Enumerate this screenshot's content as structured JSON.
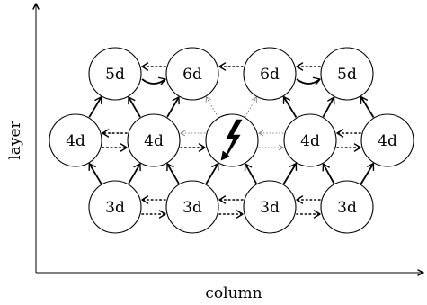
{
  "diagram": {
    "axes": {
      "x_label": "column",
      "y_label": "layer"
    },
    "nodes": [
      {
        "id": "r0c0",
        "label": "5d",
        "row": 0,
        "col": 0
      },
      {
        "id": "r0c1",
        "label": "6d",
        "row": 0,
        "col": 1
      },
      {
        "id": "r0c2",
        "label": "6d",
        "row": 0,
        "col": 2
      },
      {
        "id": "r0c3",
        "label": "5d",
        "row": 0,
        "col": 3
      },
      {
        "id": "r1c0",
        "label": "4d",
        "row": 1,
        "col": 0
      },
      {
        "id": "r1c1",
        "label": "4d",
        "row": 1,
        "col": 1
      },
      {
        "id": "r1c2",
        "label": "",
        "row": 1,
        "col": 2,
        "icon": "lightning-bolt-icon"
      },
      {
        "id": "r1c3",
        "label": "4d",
        "row": 1,
        "col": 3
      },
      {
        "id": "r1c4",
        "label": "4d",
        "row": 1,
        "col": 4
      },
      {
        "id": "r2c0",
        "label": "3d",
        "row": 2,
        "col": 0
      },
      {
        "id": "r2c1",
        "label": "3d",
        "row": 2,
        "col": 1
      },
      {
        "id": "r2c2",
        "label": "3d",
        "row": 2,
        "col": 2
      },
      {
        "id": "r2c3",
        "label": "3d",
        "row": 2,
        "col": 3
      }
    ],
    "edges": [
      {
        "from": "r0c1",
        "to": "r0c0",
        "style": "dotted"
      },
      {
        "from": "r0c0",
        "to": "r0c1",
        "style": "solid-curved"
      },
      {
        "from": "r0c2",
        "to": "r0c1",
        "style": "dotted"
      },
      {
        "from": "r0c2",
        "to": "r0c3",
        "style": "solid-curved"
      },
      {
        "from": "r0c3",
        "to": "r0c2",
        "style": "dotted"
      },
      {
        "from": "r1c1",
        "to": "r1c0",
        "style": "dotted"
      },
      {
        "from": "r1c0",
        "to": "r1c1",
        "style": "dotted"
      },
      {
        "from": "r1c2",
        "to": "r1c1",
        "style": "faint"
      },
      {
        "from": "r1c1",
        "to": "r1c2",
        "style": "dotted"
      },
      {
        "from": "r1c3",
        "to": "r1c2",
        "style": "faint"
      },
      {
        "from": "r1c2",
        "to": "r1c3",
        "style": "faint"
      },
      {
        "from": "r1c4",
        "to": "r1c3",
        "style": "dotted"
      },
      {
        "from": "r1c3",
        "to": "r1c4",
        "style": "dotted"
      },
      {
        "from": "r2c1",
        "to": "r2c0",
        "style": "dotted"
      },
      {
        "from": "r2c0",
        "to": "r2c1",
        "style": "dotted"
      },
      {
        "from": "r2c2",
        "to": "r2c1",
        "style": "dotted"
      },
      {
        "from": "r2c1",
        "to": "r2c2",
        "style": "dotted"
      },
      {
        "from": "r2c3",
        "to": "r2c2",
        "style": "dotted"
      },
      {
        "from": "r2c2",
        "to": "r2c3",
        "style": "dotted"
      },
      {
        "from": "r1c0",
        "to": "r0c0",
        "style": "solid"
      },
      {
        "from": "r1c1",
        "to": "r0c0",
        "style": "solid"
      },
      {
        "from": "r1c1",
        "to": "r0c1",
        "style": "solid"
      },
      {
        "from": "r1c2",
        "to": "r0c1",
        "style": "faint"
      },
      {
        "from": "r1c2",
        "to": "r0c2",
        "style": "faint"
      },
      {
        "from": "r1c3",
        "to": "r0c2",
        "style": "solid"
      },
      {
        "from": "r1c3",
        "to": "r0c3",
        "style": "solid"
      },
      {
        "from": "r1c4",
        "to": "r0c3",
        "style": "solid"
      },
      {
        "from": "r2c0",
        "to": "r1c0",
        "style": "solid"
      },
      {
        "from": "r2c0",
        "to": "r1c1",
        "style": "solid"
      },
      {
        "from": "r2c1",
        "to": "r1c1",
        "style": "solid"
      },
      {
        "from": "r2c1",
        "to": "r1c2",
        "style": "solid"
      },
      {
        "from": "r2c2",
        "to": "r1c2",
        "style": "solid"
      },
      {
        "from": "r2c2",
        "to": "r1c3",
        "style": "solid"
      },
      {
        "from": "r2c3",
        "to": "r1c3",
        "style": "solid"
      },
      {
        "from": "r2c3",
        "to": "r1c4",
        "style": "solid"
      }
    ]
  }
}
